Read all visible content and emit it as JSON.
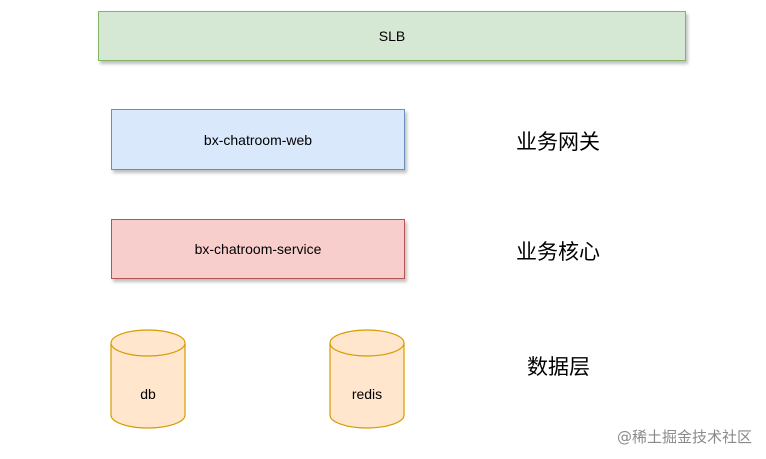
{
  "diagram": {
    "slb": {
      "label": "SLB",
      "fill": "#d5e8d4",
      "stroke": "#82b366"
    },
    "web": {
      "label": "bx-chatroom-web",
      "fill": "#dae8fc",
      "stroke": "#6c8ebf"
    },
    "service": {
      "label": "bx-chatroom-service",
      "fill": "#f8cecc",
      "stroke": "#b85450"
    },
    "db": {
      "label": "db",
      "fill": "#ffe6cc",
      "stroke": "#d79b00"
    },
    "redis": {
      "label": "redis",
      "fill": "#ffe6cc",
      "stroke": "#d79b00"
    },
    "layers": {
      "gateway": "业务网关",
      "core": "业务核心",
      "data": "数据层"
    }
  },
  "watermark": "@稀土掘金技术社区"
}
